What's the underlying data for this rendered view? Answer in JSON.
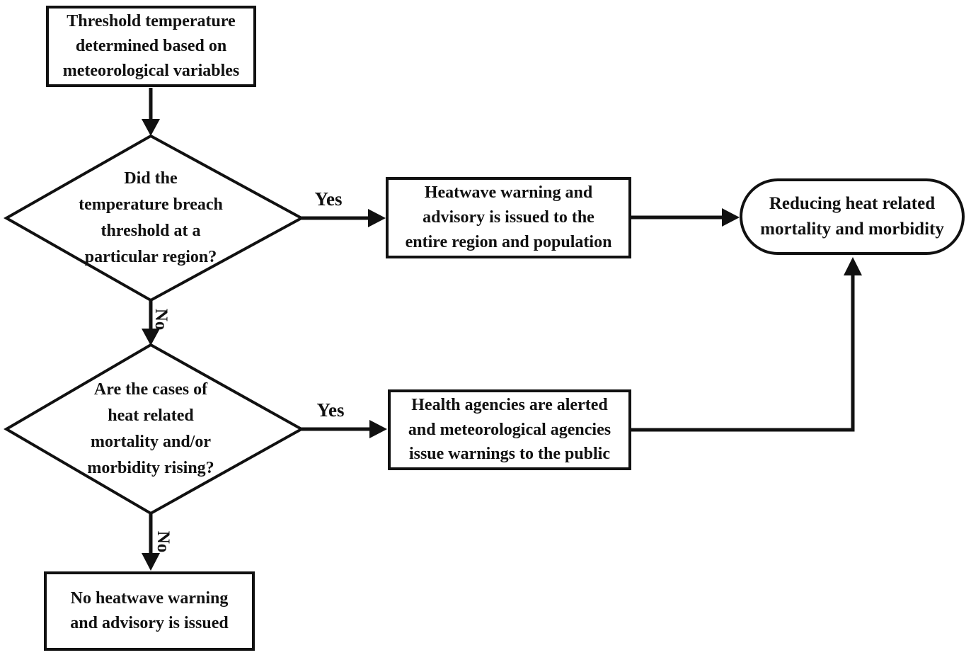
{
  "flowchart": {
    "nodes": {
      "start": "Threshold temperature\ndetermined based on\nmeteorological variables",
      "decision_breach": "Did the\ntemperature breach\nthreshold at a\nparticular region?",
      "warning_issued": "Heatwave warning and\nadvisory is issued to the\nentire region and population",
      "outcome": "Reducing heat related\nmortality and morbidity",
      "decision_cases": "Are the cases of\nheat related\nmortality and/or\nmorbidity rising?",
      "health_alerted": "Health agencies are alerted\nand meteorological agencies\nissue warnings to the public",
      "no_warning": "No heatwave warning\nand advisory is issued"
    },
    "edge_labels": {
      "yes_breach": "Yes",
      "no_breach": "No",
      "yes_cases": "Yes",
      "no_cases": "No"
    },
    "colors": {
      "line": "#111111",
      "text": "#111111",
      "background": "#ffffff"
    }
  }
}
